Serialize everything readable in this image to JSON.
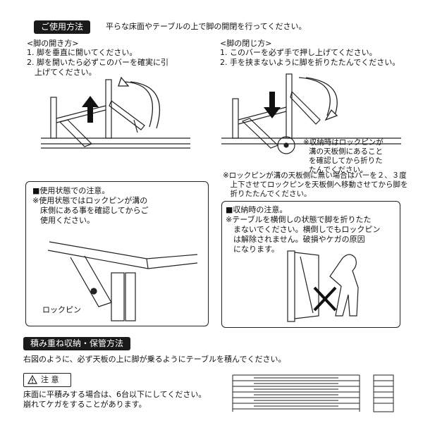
{
  "usage": {
    "title": "ご使用方法",
    "intro": "平らな床面やテーブルの上で脚の開閉を行ってください。",
    "open": {
      "heading": "<脚の開き方>",
      "steps": [
        "1. 脚を垂直に開いてください。",
        "2. 脚を開いたら必ずこのバーを確実に引",
        "　上げてください。"
      ]
    },
    "close": {
      "heading": "<脚の閉じ方>",
      "steps": [
        "1. このバーを必ず手で押し上げてください。",
        "2. 手を挟まないように脚を折りたたんでください。"
      ]
    },
    "lockpin_note": [
      "※収納時はロックピンが",
      "溝の天板側にあること",
      "を確認してから折りた",
      "たんでください。"
    ],
    "lockpin_warning": [
      "※ロックピンが溝の天板側に無い場合はバーを２、３度",
      "　上下させてロックピンを天板側へ移動させてから脚を",
      "　折りたたんでください。"
    ]
  },
  "in_use_box": {
    "title": "■使用状態での注意。",
    "lines": [
      "※使用状態ではロックピンが溝の",
      "　床側にある事を確認してからご",
      "　使用ください。"
    ],
    "lockpin_label": "ロックピン"
  },
  "storage_box": {
    "title": "■収納時の注意。",
    "lines": [
      "※テーブルを横倒しの状態で脚を折りたた",
      "　まないでください。横倒しでもロックピン",
      "　は解除されません。破損やケガの原因",
      "　になります。"
    ]
  },
  "stacking": {
    "title": "積み重ね収納・保管方法",
    "intro": "右図のように、必ず天板の上に脚が乗るようにテーブルを積んでください。"
  },
  "caution": {
    "label": "注 意",
    "lines": [
      "床面に平積みする場合は、6台以下にしてください。",
      "崩れてケガをすることがあります。"
    ]
  },
  "colors": {
    "banner": "#1a1a1a",
    "ink": "#111111",
    "paper": "#ffffff"
  },
  "icons": [
    "up-arrow-icon",
    "down-arrow-icon",
    "curved-arrow-icon",
    "warning-triangle-icon",
    "prohibited-x-icon"
  ]
}
